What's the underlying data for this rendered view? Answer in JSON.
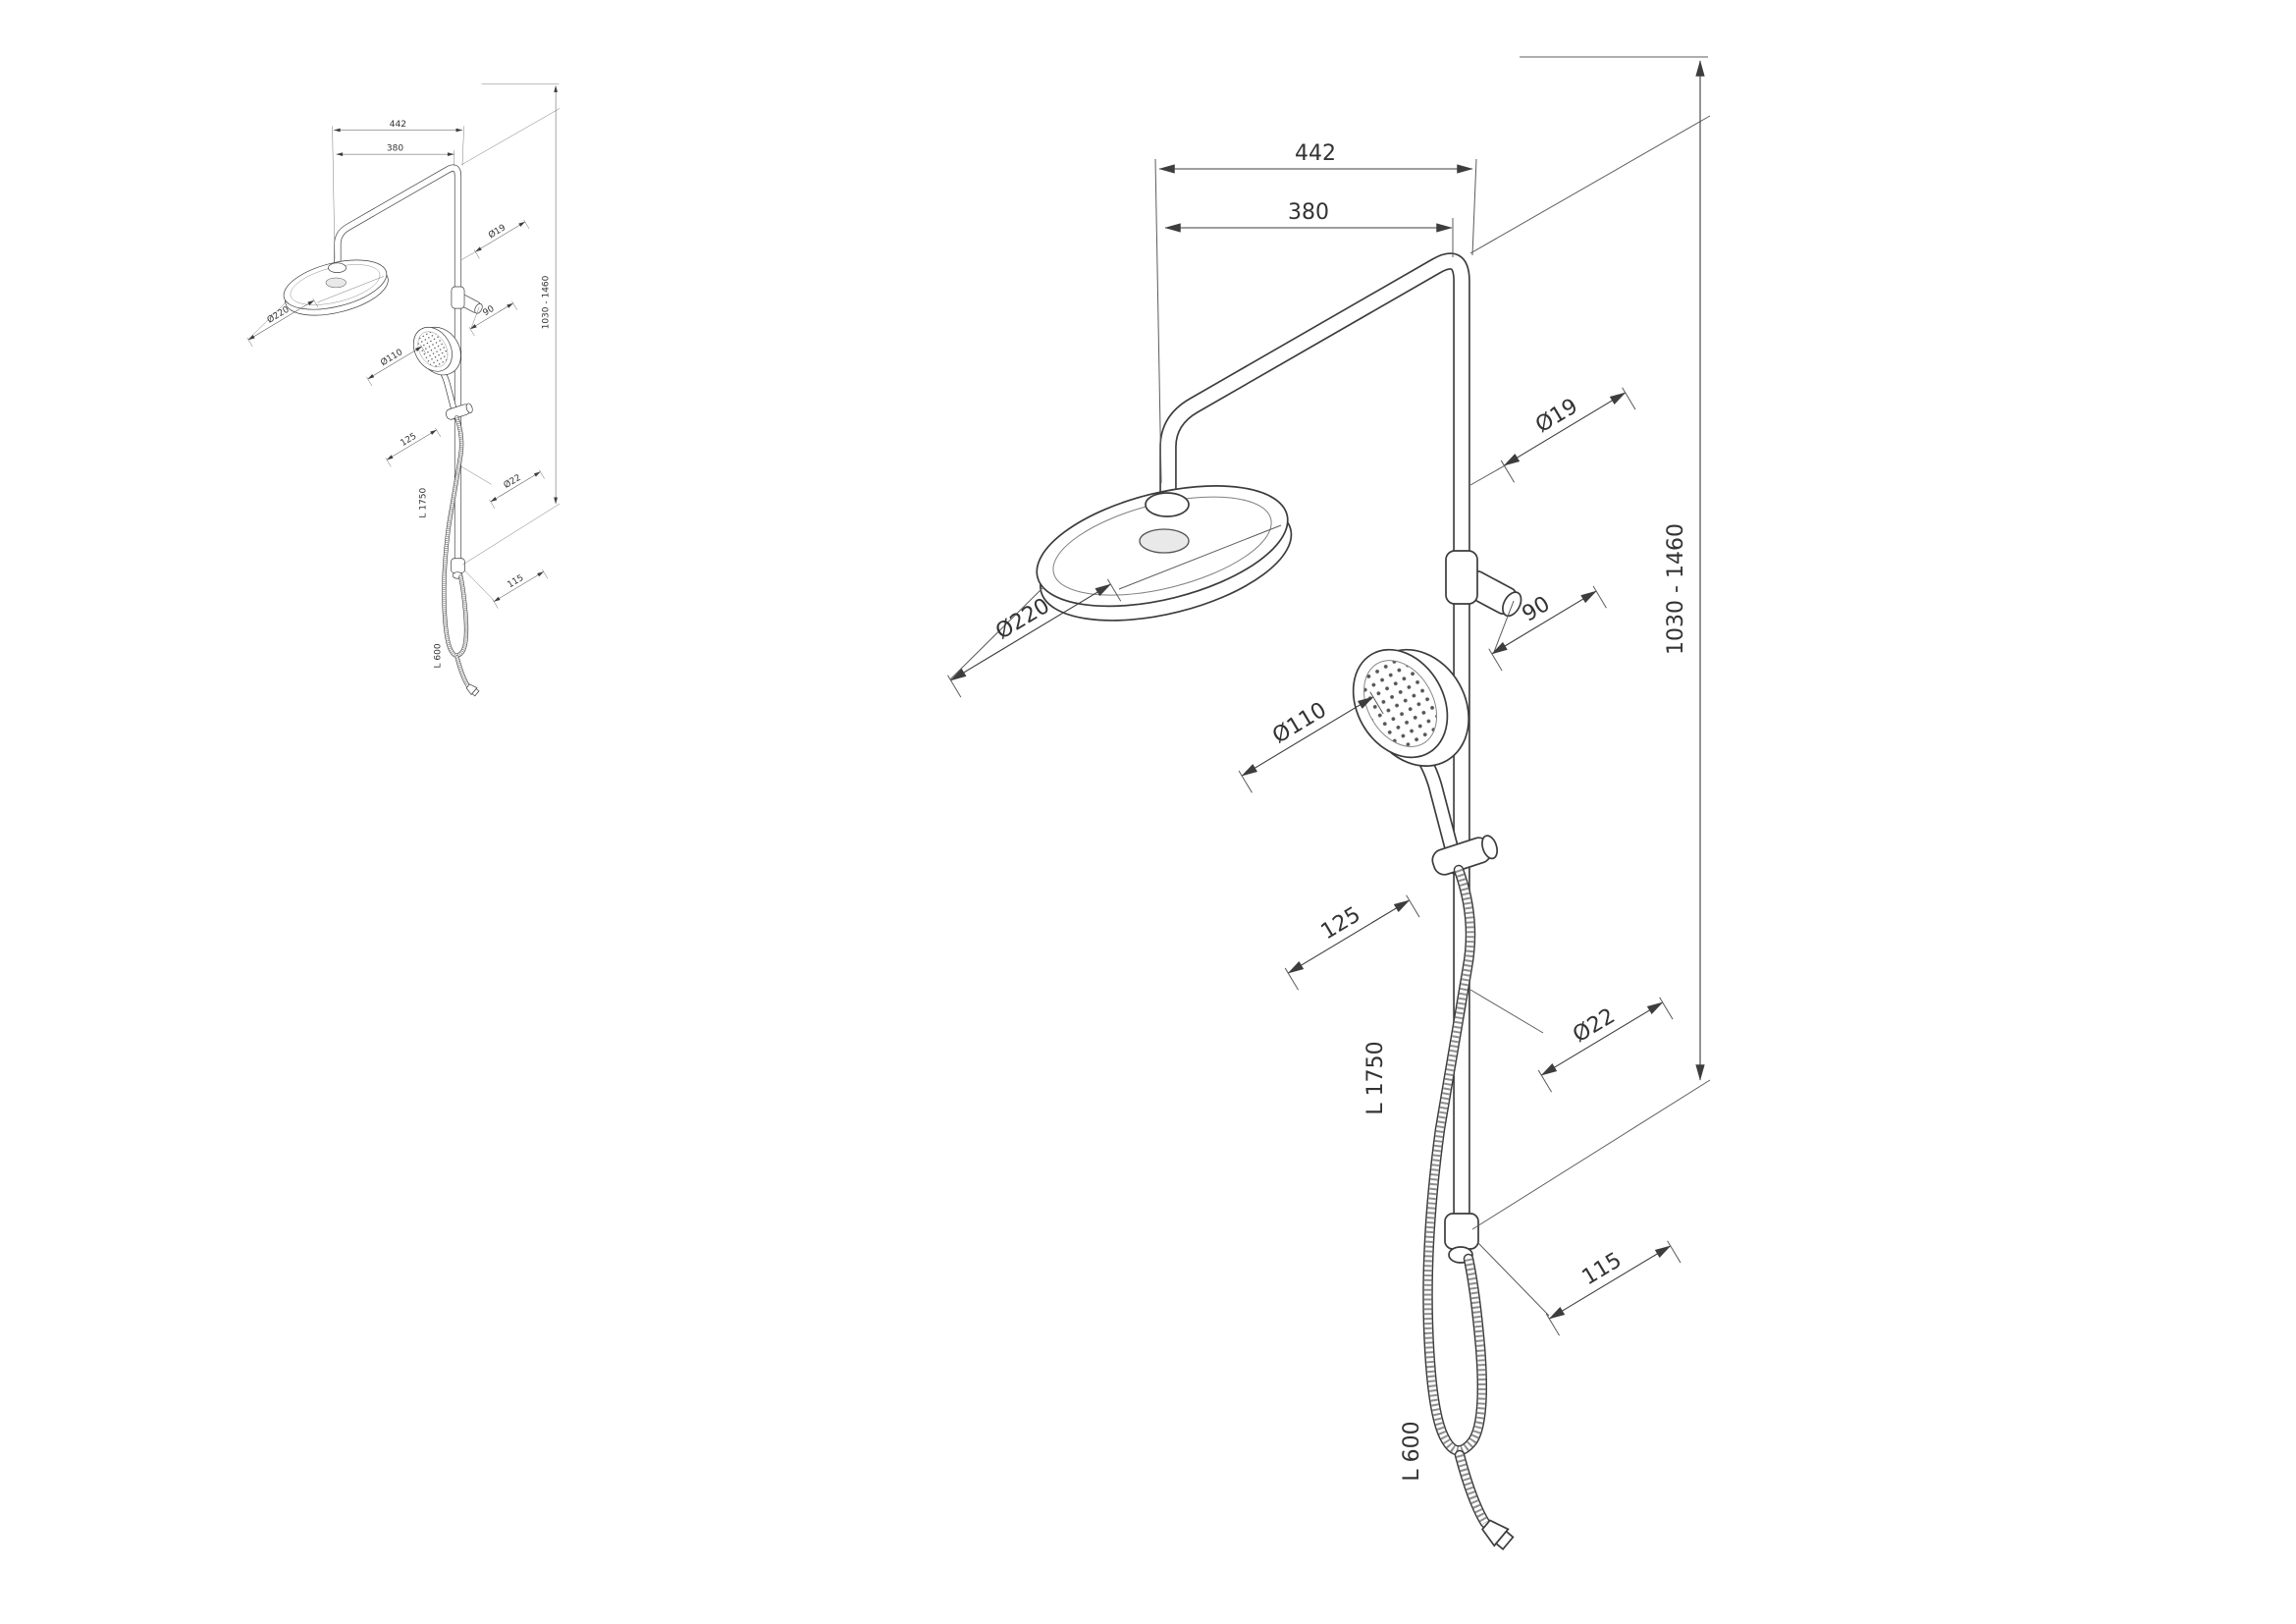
{
  "drawing": {
    "type": "technical-dimension-drawing",
    "subject": "shower-column-with-rain-head-and-hand-shower",
    "dimensions": {
      "overall_width": "442",
      "arm_width": "380",
      "riser_pipe_diameter": "Ø19",
      "diverter_offset": "90",
      "rain_head_diameter": "Ø220",
      "hand_shower_diameter": "Ø110",
      "holder_offset": "125",
      "slide_bar_diameter": "Ø22",
      "hose_length": "L 1750",
      "bottom_offset": "115",
      "short_hose_length": "L 600",
      "height_range": "1030 - 1460"
    }
  }
}
